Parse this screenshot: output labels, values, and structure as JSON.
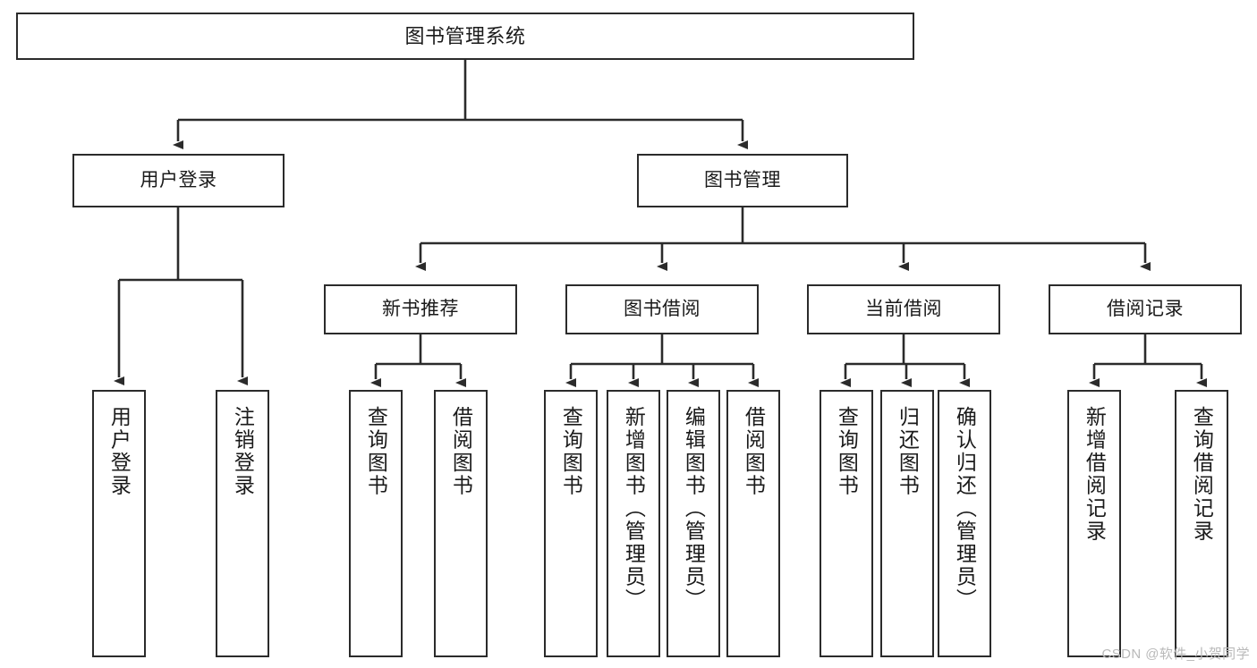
{
  "diagram": {
    "title": "图书管理系统",
    "type": "tree",
    "colors": {
      "border": "#2b2b2b",
      "background": "#ffffff",
      "text": "#1a1a1a",
      "connector": "#2b2b2b",
      "watermark": "#b9b9b9"
    },
    "watermark": "CSDN @软件_小贺同学",
    "nodes": {
      "root": {
        "label": "图书管理系统"
      },
      "level2": [
        {
          "label": "用户登录"
        },
        {
          "label": "图书管理"
        }
      ],
      "level3": [
        {
          "label": "新书推荐"
        },
        {
          "label": "图书借阅"
        },
        {
          "label": "当前借阅"
        },
        {
          "label": "借阅记录"
        }
      ],
      "leaves": {
        "user_login": [
          {
            "label": "用户登录"
          },
          {
            "label": "注销登录"
          }
        ],
        "new_book_recommend": [
          {
            "label": "查询图书"
          },
          {
            "label": "借阅图书"
          }
        ],
        "book_borrow": [
          {
            "label": "查询图书"
          },
          {
            "label": "新增图书（管理员）"
          },
          {
            "label": "编辑图书（管理员）"
          },
          {
            "label": "借阅图书"
          }
        ],
        "current_borrow": [
          {
            "label": "查询图书"
          },
          {
            "label": "归还图书"
          },
          {
            "label": "确认归还（管理员）"
          }
        ],
        "borrow_record": [
          {
            "label": "新增借阅记录"
          },
          {
            "label": "查询借阅记录"
          }
        ]
      }
    }
  }
}
